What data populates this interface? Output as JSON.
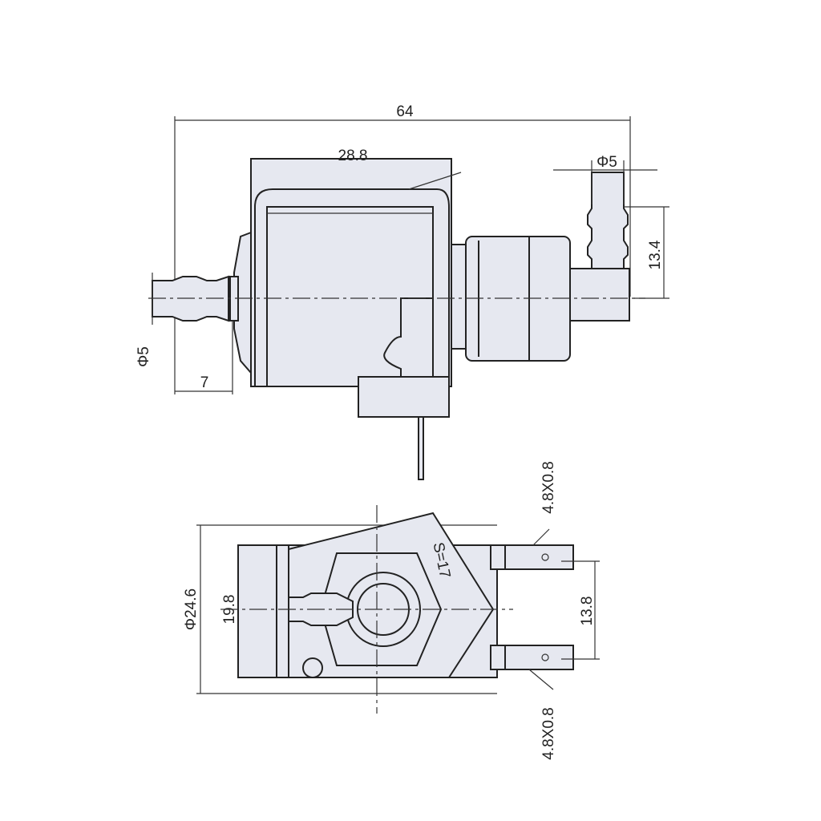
{
  "dimensions": {
    "overall_length": "64",
    "coil_width": "28.8",
    "outlet_diameter": "Φ5",
    "outlet_height": "13.4",
    "inlet_diameter": "Φ5",
    "inlet_length": "7",
    "terminal_top": "4.8X0.8",
    "terminal_bottom": "4.8X0.8",
    "hex_size": "S=17",
    "body_diameter": "Φ24.6",
    "body_height": "19.8",
    "terminal_spacing": "13.8"
  },
  "colors": {
    "fill": "#e6e8f0",
    "line": "#222222"
  }
}
